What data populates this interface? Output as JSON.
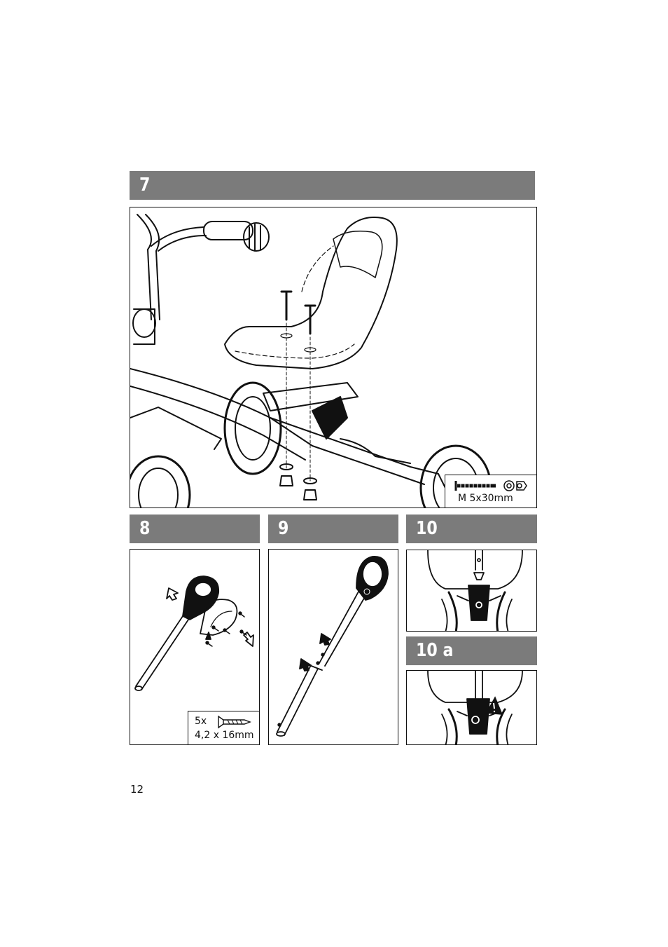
{
  "steps": {
    "s7": "7",
    "s8": "8",
    "s9": "9",
    "s10": "10",
    "s10a": "10 a"
  },
  "hardware": {
    "bolt_spec": "M 5x30mm",
    "screw_count": "5x",
    "screw_spec": "4,2 x 16mm"
  },
  "icons": {
    "warning": "warning-triangle-icon",
    "arrow": "assembly-arrow-icon"
  },
  "colors": {
    "step_bar": "#7b7b7b",
    "line": "#111111"
  },
  "footer": {
    "page_number": "12"
  }
}
